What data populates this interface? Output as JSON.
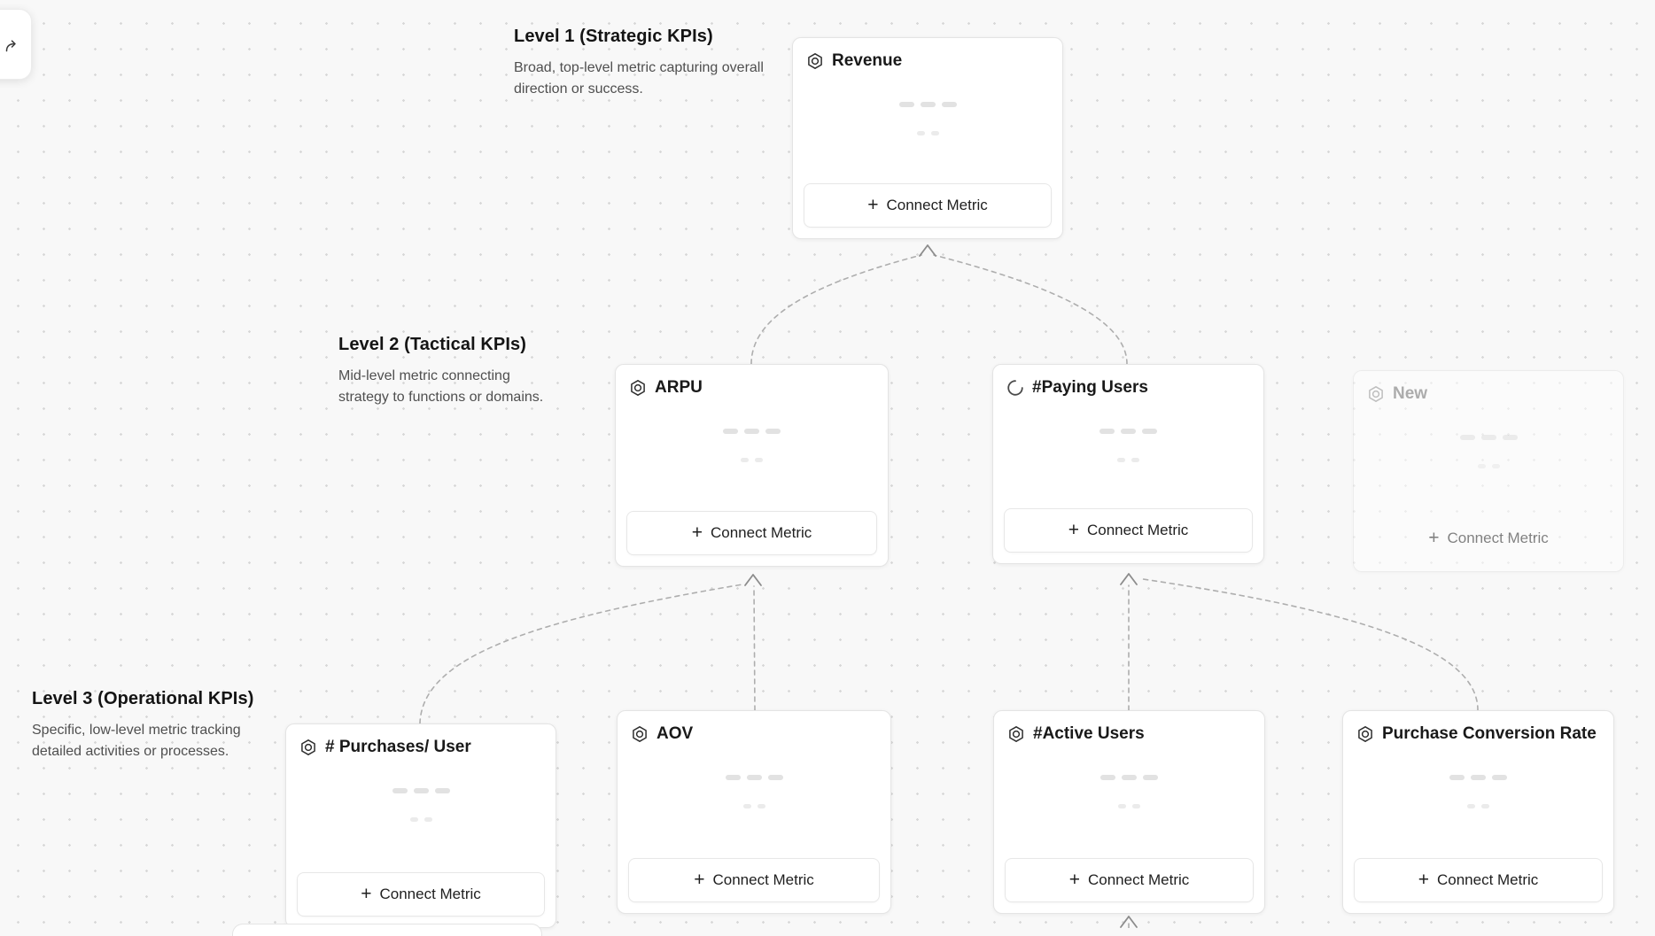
{
  "canvas": {
    "background": "#f8f8f8",
    "dot_color": "#d8d8d8"
  },
  "labels": {
    "connect_metric": "Connect Metric",
    "plus": "+"
  },
  "levels": [
    {
      "title": "Level 1 (Strategic KPIs)",
      "description": "Broad, top-level metric capturing overall direction or success."
    },
    {
      "title": "Level 2 (Tactical KPIs)",
      "description": "Mid-level metric connecting strategy to functions or domains."
    },
    {
      "title": "Level 3 (Operational KPIs)",
      "description": "Specific, low-level metric tracking detailed activities or processes."
    }
  ],
  "cards": [
    {
      "title": "Revenue",
      "icon": "hexagon-metric-icon",
      "level": 1,
      "state": "default"
    },
    {
      "title": "ARPU",
      "icon": "hexagon-metric-icon",
      "level": 2,
      "state": "default"
    },
    {
      "title": "#Paying Users",
      "icon": "spinner-icon",
      "level": 2,
      "state": "loading"
    },
    {
      "title": "New",
      "icon": "hexagon-metric-icon",
      "level": 2,
      "state": "draft-faded"
    },
    {
      "title": "# Purchases/ User",
      "icon": "hexagon-metric-icon",
      "level": 3,
      "state": "default"
    },
    {
      "title": "AOV",
      "icon": "hexagon-metric-icon",
      "level": 3,
      "state": "default"
    },
    {
      "title": "#Active Users",
      "icon": "hexagon-metric-icon",
      "level": 3,
      "state": "default"
    },
    {
      "title": "Purchase Conversion Rate",
      "icon": "hexagon-metric-icon",
      "level": 3,
      "state": "default"
    }
  ],
  "connections": [
    {
      "from": "ARPU",
      "to": "Revenue"
    },
    {
      "from": "#Paying Users",
      "to": "Revenue"
    },
    {
      "from": "# Purchases/ User",
      "to": "ARPU"
    },
    {
      "from": "AOV",
      "to": "ARPU"
    },
    {
      "from": "#Active Users",
      "to": "#Paying Users"
    },
    {
      "from": "Purchase Conversion Rate",
      "to": "#Paying Users"
    },
    {
      "from": "offscreen-bottom",
      "to": "#Active Users"
    }
  ]
}
